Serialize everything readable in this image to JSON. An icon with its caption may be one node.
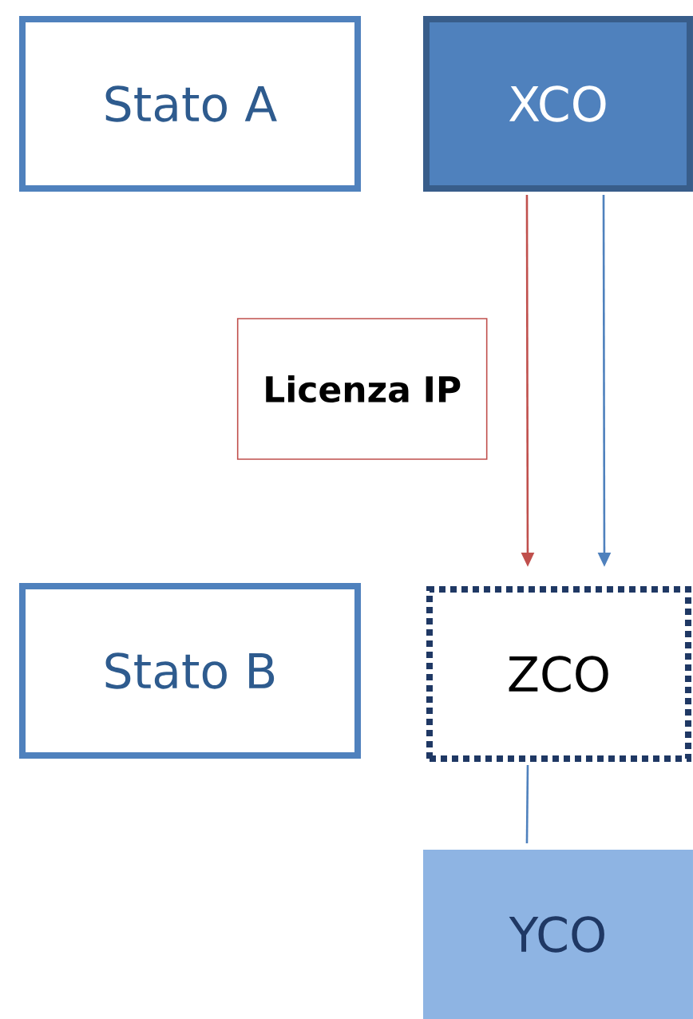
{
  "diagram": {
    "nodes": [
      {
        "text": [
          "Stato A"
        ]
      },
      {
        "text": [
          "XCO"
        ]
      },
      {
        "text": [
          "Stato B"
        ]
      },
      {
        "text": [
          "ZCO"
        ]
      },
      {
        "text": [
          "YCO"
        ]
      }
    ],
    "edges": [
      {
        "from": 1,
        "to": 3,
        "arrow": "to",
        "label": "Licenza IP",
        "color": "#c0504d"
      },
      {
        "from": 1,
        "to": 3,
        "arrow": "to"
      },
      {
        "from": 3,
        "to": 4,
        "arrow": "none"
      }
    ]
  }
}
